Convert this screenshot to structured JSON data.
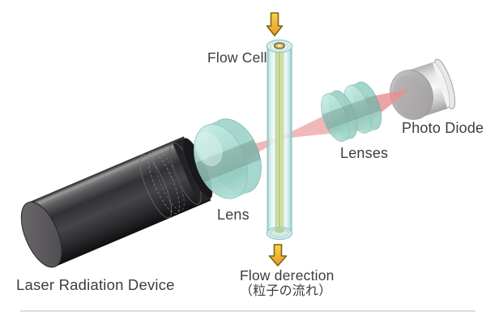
{
  "labels": {
    "flow_cell": "Flow Cell",
    "lens": "Lens",
    "lenses": "Lenses",
    "photo_diode": "Photo Diode",
    "laser_device": "Laser Radiation Device",
    "flow_direction_en": "Flow derection",
    "flow_direction_ja": "（粒子の流れ）"
  },
  "icons": {
    "flow_inlet": "down-arrow-icon",
    "flow_outlet": "down-arrow-icon"
  },
  "colors": {
    "background": "#ffffff",
    "text": "#3c3c3c",
    "beam": "#eda4a4",
    "beam_strong": "#e89090",
    "glass": "#a9dcd2",
    "glass_edge": "#8fc4c6",
    "flow_core": "#cddc9e",
    "arrow_outline": "#7c650f",
    "laser_body": "#323234",
    "photodiode_body": "#e6e5e5",
    "divider": "#d9d9d9"
  }
}
